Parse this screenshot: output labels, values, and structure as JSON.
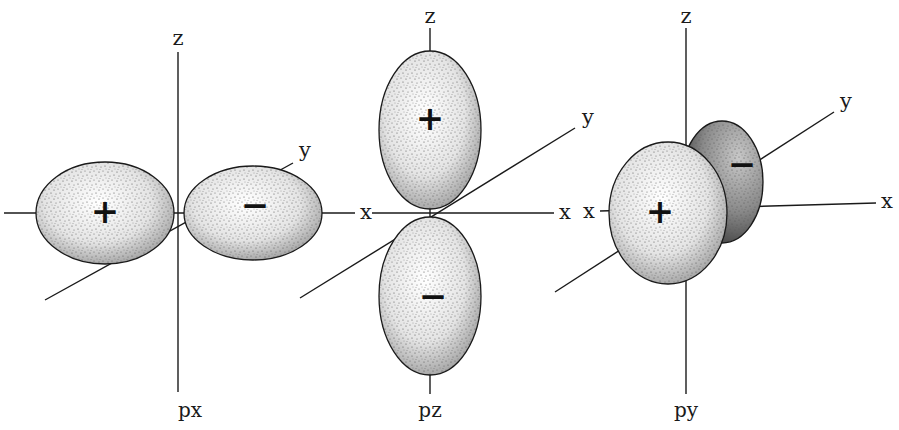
{
  "diagram": {
    "nodes": [
      {
        "text": [
          "+"
        ]
      },
      {
        "text": [
          "−"
        ]
      },
      {
        "text": [
          "+"
        ]
      },
      {
        "text": [
          "−"
        ]
      },
      {
        "text": [
          "+"
        ]
      },
      {
        "text": [
          "−"
        ]
      }
    ],
    "labels": [
      "z",
      "y",
      "x",
      "px",
      "z",
      "y",
      "x",
      "pz",
      "z",
      "y",
      "x",
      "x",
      "py"
    ]
  }
}
